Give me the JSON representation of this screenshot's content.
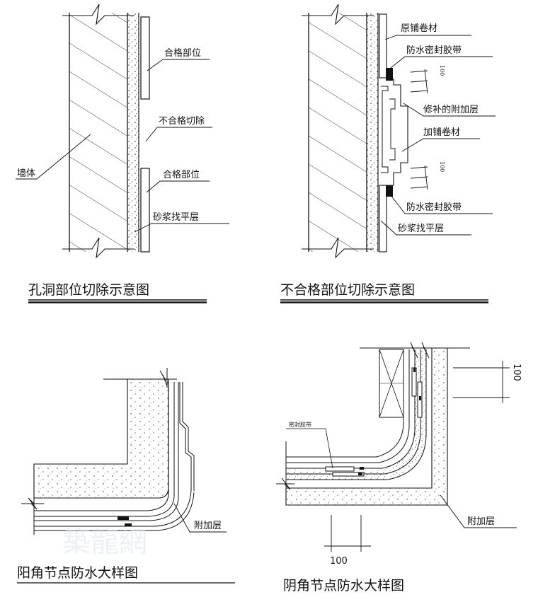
{
  "figures": {
    "hole_cut": {
      "caption": "孔洞部位切除示意图",
      "labels": {
        "qualified_top": "合格部位",
        "unqualified_cut": "不合格切除",
        "wall": "墙体",
        "qualified_bottom": "合格部位",
        "mortar_leveling": "砂浆找平层"
      }
    },
    "unqualified_cut": {
      "caption": "不合格部位切除示意图",
      "labels": {
        "original_membrane": "原铺卷材",
        "sealing_tape_top": "防水密封胶带",
        "repair_layer": "修补的附加层",
        "added_membrane": "加铺卷材",
        "sealing_tape_bottom": "防水密封胶带",
        "mortar_leveling": "砂浆找平层"
      },
      "dimension_text_top": "100",
      "dimension_text_bottom": "100"
    },
    "external_corner": {
      "caption": "阳角节点防水大样图",
      "labels": {
        "additional_layer": "附加层"
      }
    },
    "internal_corner": {
      "caption": "阴角节点防水大样图",
      "labels": {
        "sealing_tape": "密封胶带",
        "additional_layer": "附加层"
      },
      "dimension_bottom": "100",
      "dimension_side": "100"
    }
  },
  "watermark": "築龍網",
  "colors": {
    "line": "#111111",
    "background": "#ffffff"
  }
}
